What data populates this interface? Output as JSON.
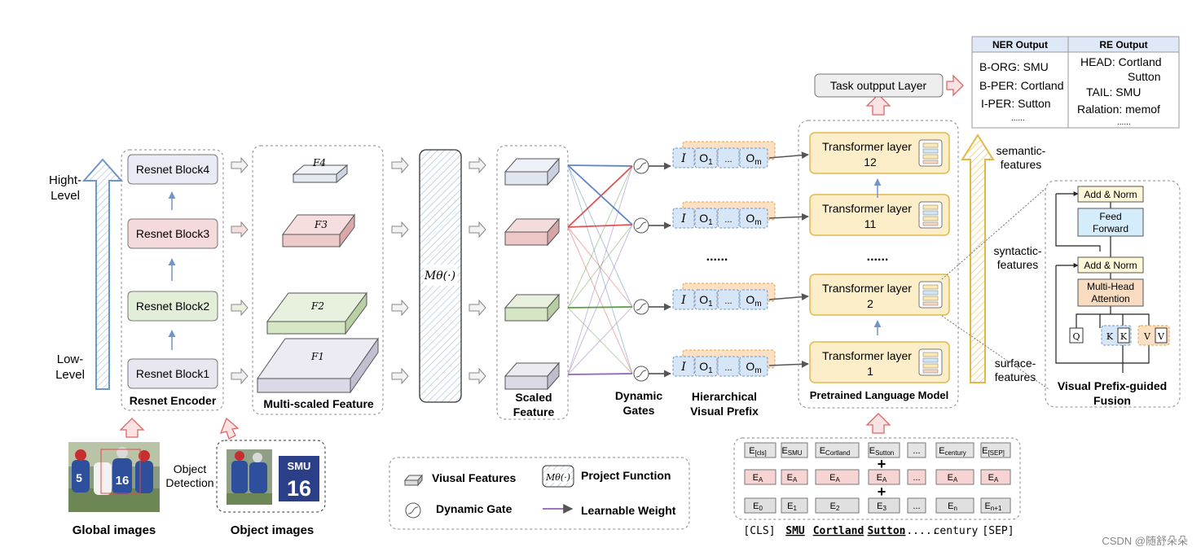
{
  "axis": {
    "high": "Hight-\nLevel",
    "low": "Low-\nLevel"
  },
  "encoder": {
    "title": "Resnet Encoder",
    "blocks": [
      "Resnet  Block4",
      "Resnet  Block3",
      "Resnet  Block2",
      "Resnet  Block1"
    ]
  },
  "multiscale": {
    "title": "Multi-scaled Feature",
    "features": [
      "F4",
      "F3",
      "F2",
      "F1"
    ]
  },
  "project": {
    "label": "Mθ(·)"
  },
  "scaled": {
    "title": "Scaled\nFeature"
  },
  "gates": {
    "title": "Dynamic\nGates"
  },
  "prefix": {
    "title": "Hierarchical\nVisual Prefix",
    "tokens": [
      "I",
      "O1",
      "...",
      "Om"
    ],
    "dots": "......"
  },
  "plm": {
    "title": "Pretrained Language Model",
    "layers": [
      "Transformer layer\n12",
      "Transformer layer\n11",
      "Transformer layer\n2",
      "Transformer layer\n1"
    ],
    "dots": "......"
  },
  "task": {
    "label": "Task outpput Layer"
  },
  "ner": {
    "header": "NER Output",
    "lines": [
      "B-ORG: SMU",
      "B-PER: Cortland",
      "I-PER: Sutton",
      "......"
    ]
  },
  "re": {
    "header": "RE Output",
    "lines": [
      "HEAD: Cortland",
      "Sutton",
      "TAIL: SMU",
      "Ralation: memof",
      "......"
    ]
  },
  "levels": {
    "semantic": "semantic-\nfeatures",
    "syntactic": "syntactic-\nfeatures",
    "surface": "surface-\nfeatures"
  },
  "fusion": {
    "title": "Visual Prefix-guided\nFusion",
    "add_norm": "Add & Norm",
    "ffn": "Feed\nForward",
    "mha": "Multi-Head\nAttention",
    "qkv": [
      "Q",
      "K",
      "K",
      "V",
      "V"
    ]
  },
  "images": {
    "global": "Global images",
    "object": "Object images",
    "detection": "Object\nDetection",
    "jersey1": "5",
    "jersey2": "16",
    "smu": "SMU",
    "num": "16"
  },
  "legend": {
    "visual": "Viusal Features",
    "project": "Project Function",
    "gate": "Dynamic Gate",
    "learnable": "Learnable Weight"
  },
  "embeddings": {
    "row1": [
      "E[cls]",
      "ESMU",
      "ECortland",
      "ESutton",
      "...",
      "Ecentury",
      "E[SEP]"
    ],
    "row2": [
      "EA",
      "EA",
      "EA",
      "EA",
      "...",
      "EA",
      "EA"
    ],
    "row3": [
      "E0",
      "E1",
      "E2",
      "E3",
      "...",
      "En",
      "En+1"
    ],
    "plus": "+"
  },
  "tokens": [
    "[CLS]",
    "SMU",
    "Cortland",
    "Sutton",
    "......",
    "century",
    "[SEP]"
  ],
  "watermark": "CSDN @随舒朵朵",
  "colors": {
    "blue_arrow": "#6f95c9",
    "red_line": "#e06060",
    "green_line": "#6aa84f",
    "purple_line": "#9b77c2",
    "yellow": "#fbeec8",
    "yellow_border": "#e3b84a",
    "prefix_blue": "#d6e6f7",
    "prefix_orange": "#fbe0c4"
  }
}
